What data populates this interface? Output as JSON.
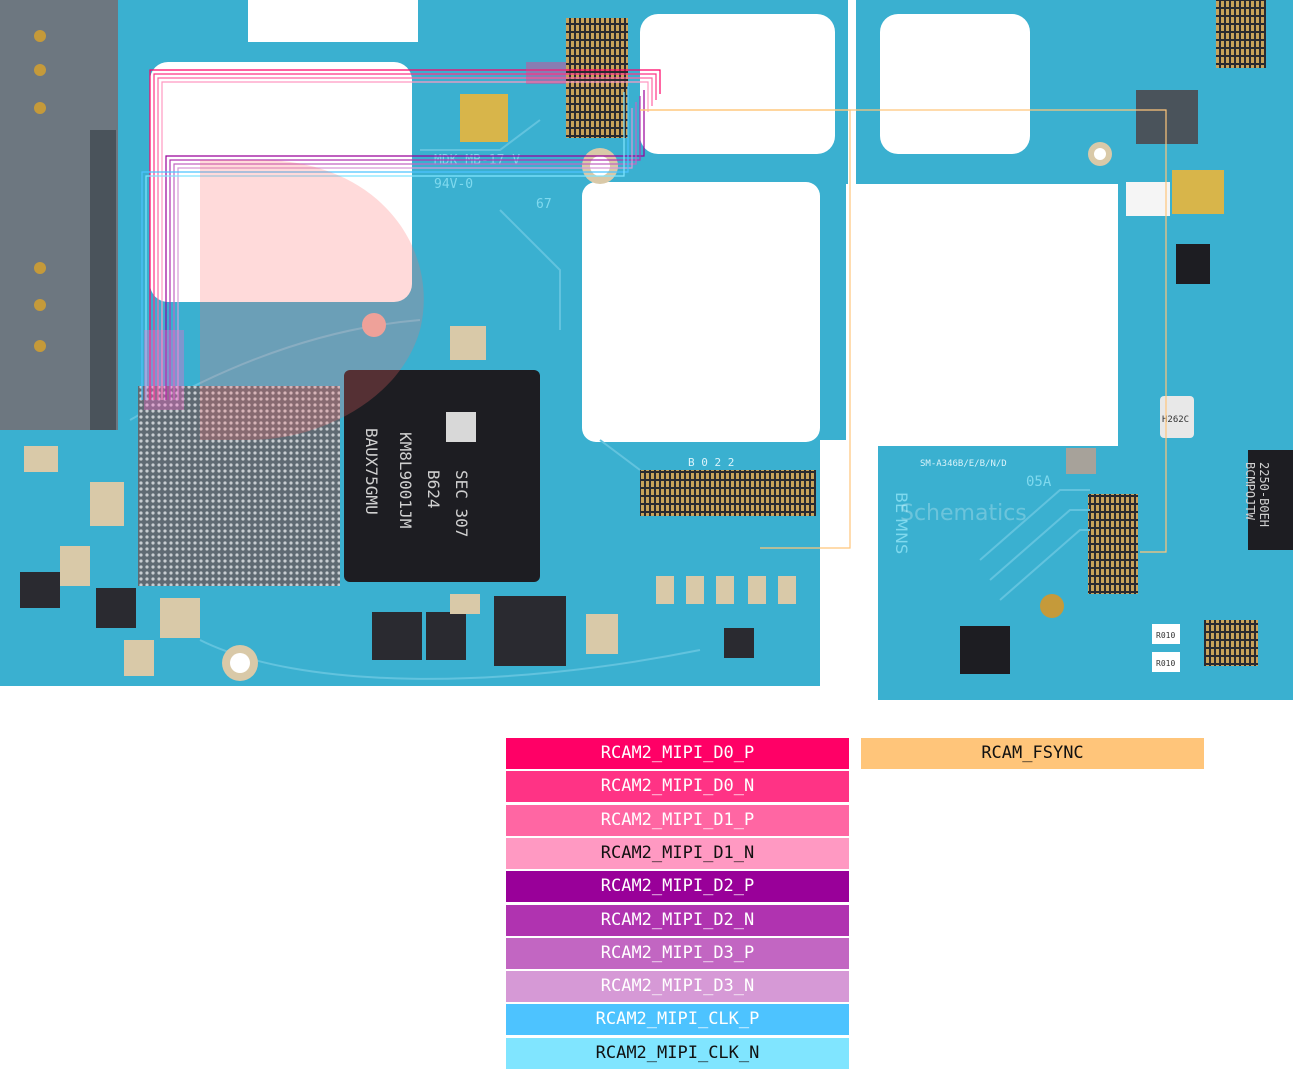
{
  "board": {
    "silk_mdk": "MDK MB-17 V",
    "silk_94v": "94V-0",
    "silk_67": "67",
    "silk_model": "SM-A346B/E/B/N/D",
    "silk_rev": "05A",
    "chip_emmc_line1": "SEC 307",
    "chip_emmc_line2": "B624",
    "chip_emmc_line3": "KM8L9001JM",
    "chip_emmc_line4": "BAUX75GMU",
    "chip_right_line1": "2250-B0EH",
    "chip_right_line2": "BCMPOJTW",
    "chip_h262": "H262C",
    "chip_r010_a": "R010",
    "chip_r010_b": "R010",
    "connector_labels": "B 0 2 2",
    "brand_letters": "BE MNS",
    "watermark": "Schematics"
  },
  "legend": {
    "left": [
      {
        "label": "RCAM2_MIPI_D0_P",
        "color": "#ff0066"
      },
      {
        "label": "RCAM2_MIPI_D0_N",
        "color": "#ff3385"
      },
      {
        "label": "RCAM2_MIPI_D1_P",
        "color": "#ff66a3"
      },
      {
        "label": "RCAM2_MIPI_D1_N",
        "color": "#ff99c2"
      },
      {
        "label": "RCAM2_MIPI_D2_P",
        "color": "#990099"
      },
      {
        "label": "RCAM2_MIPI_D2_N",
        "color": "#b033b0"
      },
      {
        "label": "RCAM2_MIPI_D3_P",
        "color": "#c266c2"
      },
      {
        "label": "RCAM2_MIPI_D3_N",
        "color": "#d699d6"
      },
      {
        "label": "RCAM2_MIPI_CLK_P",
        "color": "#4dc3ff"
      },
      {
        "label": "RCAM2_MIPI_CLK_N",
        "color": "#80e5ff"
      }
    ],
    "right": [
      {
        "label": "RCAM_FSYNC",
        "color": "#ffc57a"
      }
    ]
  },
  "colors": {
    "pcb": "#3ab0d0",
    "pcb_dark": "#1f8fb0",
    "trace": "#62c3de",
    "chip": "#1d1d22",
    "pad": "#d9c9a8"
  }
}
